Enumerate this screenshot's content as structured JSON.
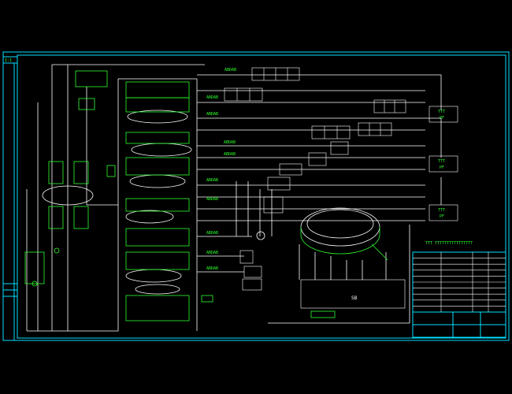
{
  "drawing": {
    "sheet_mark": "1:1",
    "main_unit_label": "SB",
    "panels": [
      {
        "label": "TTT",
        "sub": "PF"
      },
      {
        "label": "TTT",
        "sub": "PF"
      },
      {
        "label": "TTT",
        "sub": "PF"
      }
    ],
    "pipe_labels": [
      "ABDAB",
      "ABDAB",
      "ABDAB",
      "ABDAB",
      "ABDAB",
      "ABDAB",
      "ABDAB",
      "ABDAB",
      "ABDAB",
      "ABDAB"
    ],
    "title_block_heading": "TTT TTTTTTTTTTTTTTTT",
    "legend_rows": 10,
    "colors": {
      "background": "#000000",
      "frame": "#00e0ff",
      "lines": "#ffffff",
      "annotations": "#2cff2c",
      "symbols": "#ffff00"
    }
  }
}
